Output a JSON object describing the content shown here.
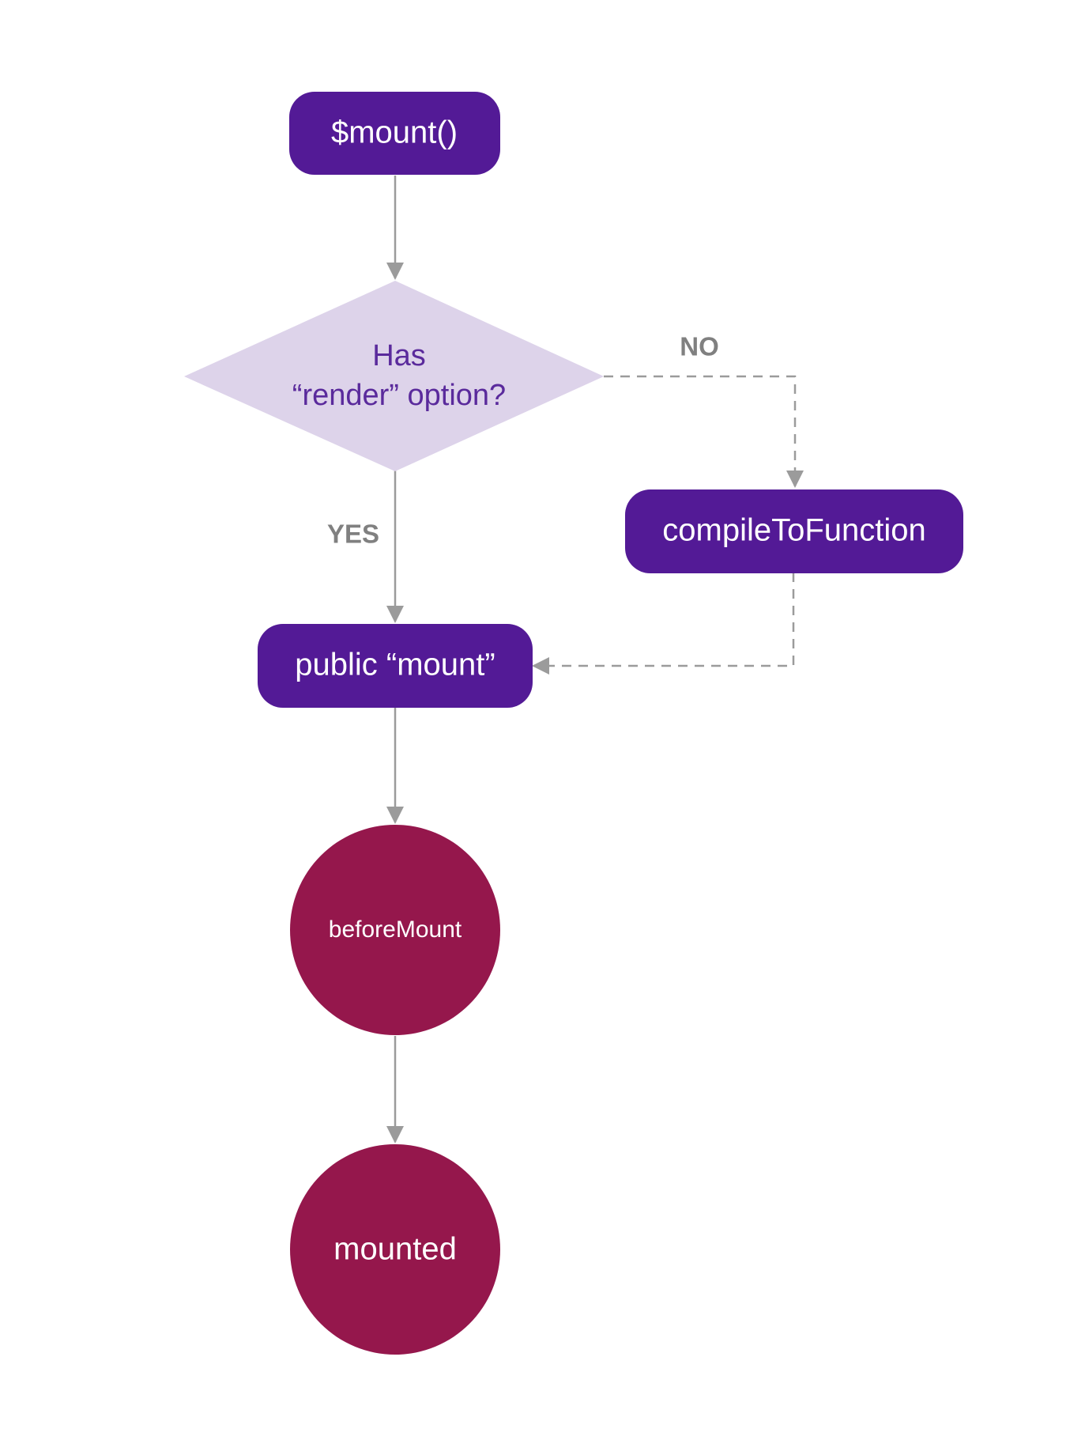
{
  "colors": {
    "process_fill": "#531a96",
    "decision_fill": "#ddd3ea",
    "decision_text": "#5a2a9c",
    "hook_fill": "#95174c",
    "edge": "#9b9b9b",
    "edge_label": "#808080",
    "background": "#ffffff"
  },
  "nodes": {
    "mount_call": {
      "label": "$mount()"
    },
    "decision": {
      "line1": "Has",
      "line2": "“render” option?"
    },
    "compile": {
      "label": "compileToFunction"
    },
    "public_mount": {
      "label": "public “mount”"
    },
    "before_mount": {
      "label": "beforeMount"
    },
    "mounted": {
      "label": "mounted"
    }
  },
  "edges": {
    "yes_label": "YES",
    "no_label": "NO"
  }
}
